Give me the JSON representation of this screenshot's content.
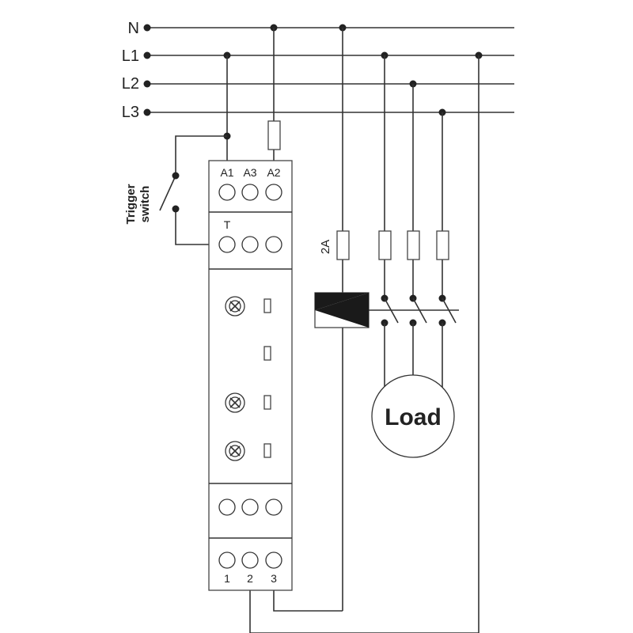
{
  "lines": {
    "n": "N",
    "l1": "L1",
    "l2": "L2",
    "l3": "L3"
  },
  "relay": {
    "terminals_top": {
      "a1": "A1",
      "a3": "A3",
      "a2": "A2"
    },
    "trigger_terminal": "T",
    "terminals_bottom": {
      "t1": "1",
      "t2": "2",
      "t3": "3"
    }
  },
  "trigger_switch": {
    "line1": "Trigger",
    "line2": "switch"
  },
  "fuse_rating": "2A",
  "load_label": "Load",
  "colors": {
    "wire": "#333333",
    "background": "#ffffff"
  }
}
